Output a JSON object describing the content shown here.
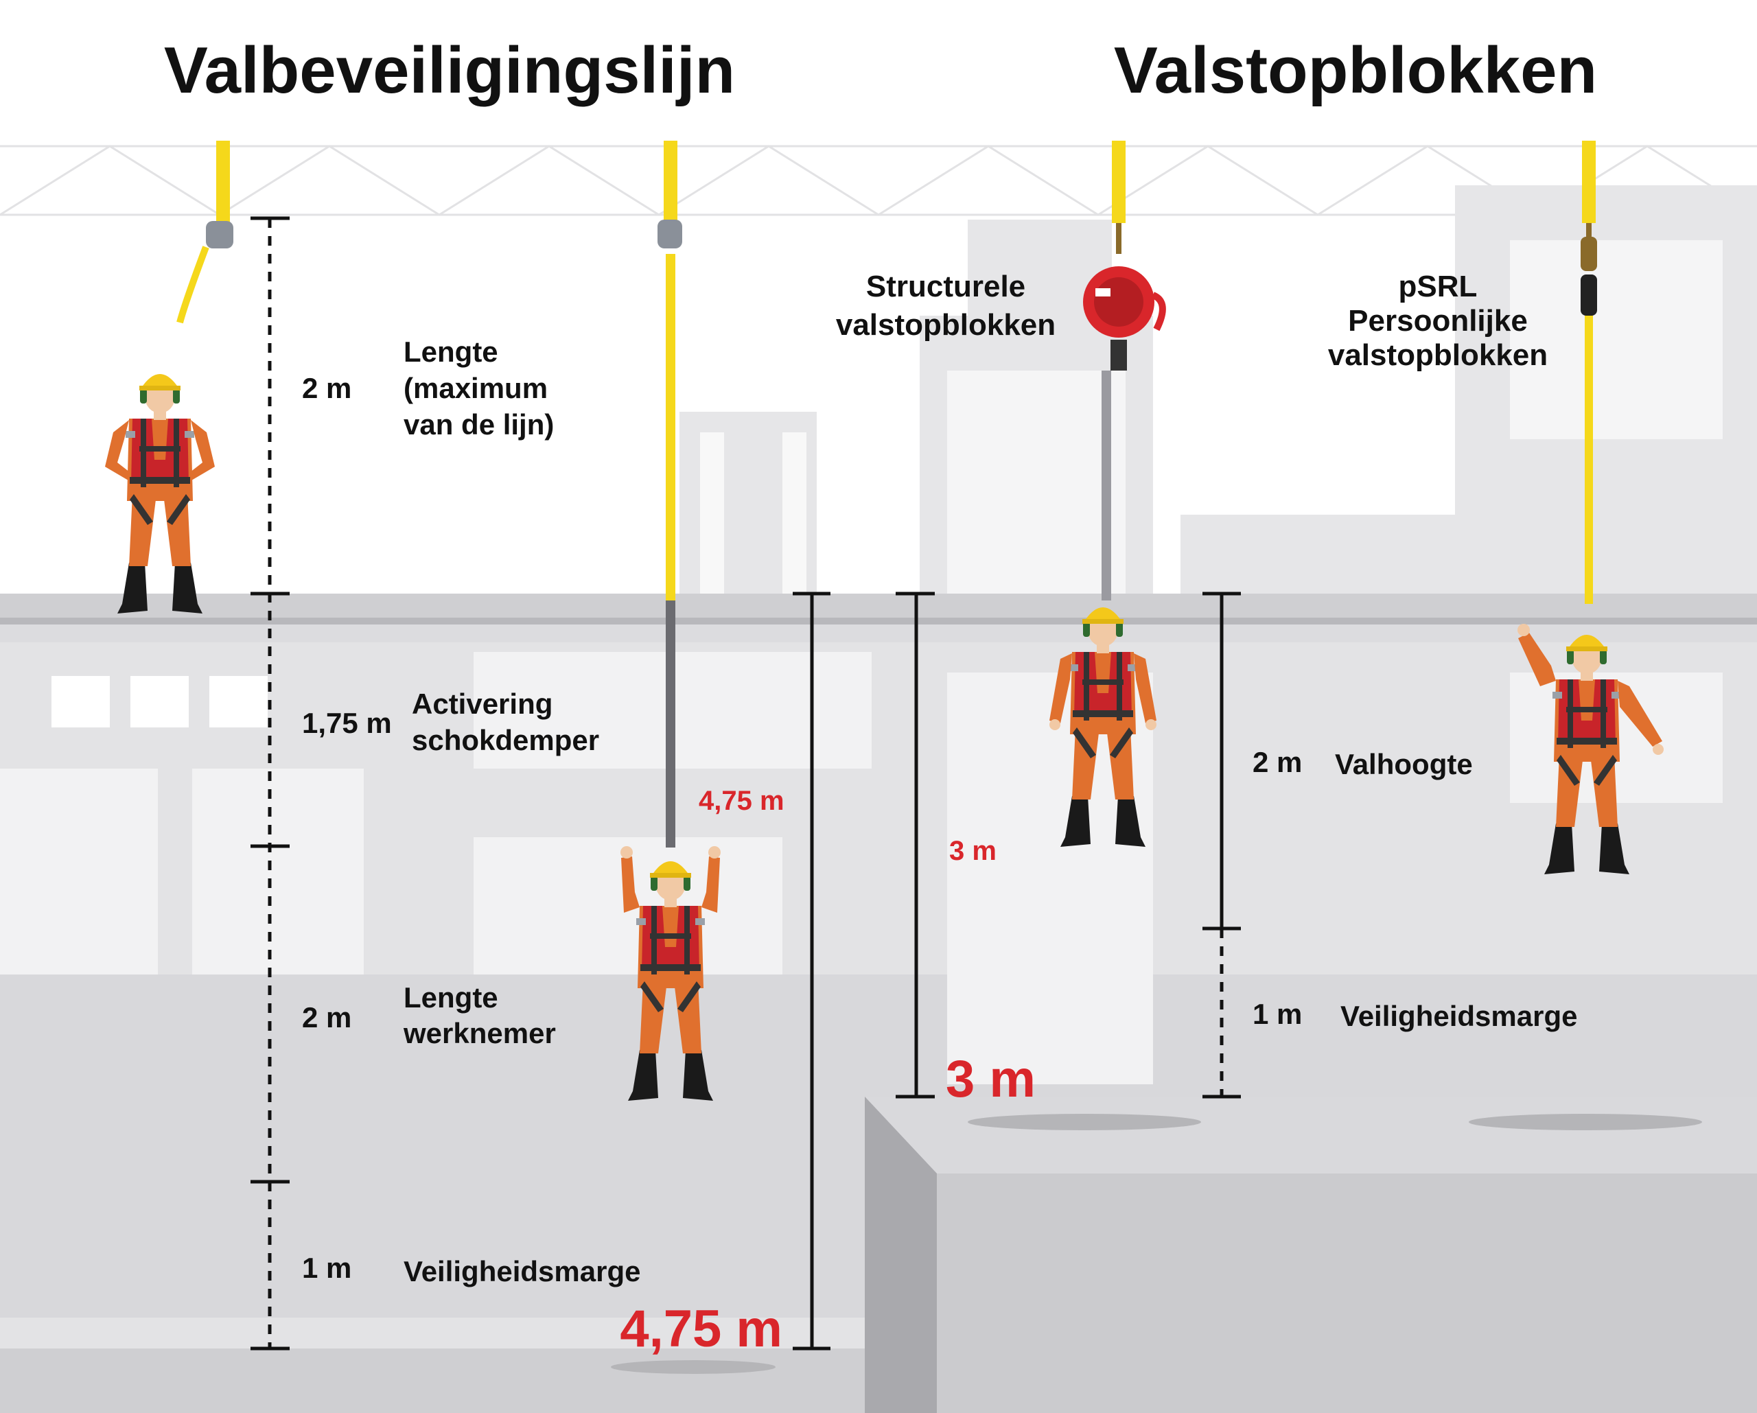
{
  "headings": {
    "left": "Valbeveiligingslijn",
    "right": "Valstopblokken"
  },
  "lanyard_section": {
    "segments": [
      {
        "value": "2 m",
        "description": [
          "Lengte",
          "(maximum",
          "van de lijn)"
        ]
      },
      {
        "value": "1,75 m",
        "description": [
          "Activering",
          "schokdemper"
        ]
      },
      {
        "value": "2 m",
        "description": [
          "Lengte",
          "werknemer"
        ]
      },
      {
        "value": "1 m",
        "description": [
          "Veiligheidsmarge"
        ]
      }
    ],
    "free_fall_label": "4,75 m",
    "total_clearance": "4,75 m"
  },
  "srl_section": {
    "structural_label": [
      "Structurele",
      "valstopblokken"
    ],
    "personal_label": [
      "pSRL",
      "Persoonlijke",
      "valstopblokken"
    ],
    "srl_fall_label": "3 m",
    "total_clearance": "3 m",
    "segments": [
      {
        "value": "2 m",
        "description": "Valhoogte"
      },
      {
        "value": "1 m",
        "description": "Veiligheidsmarge"
      }
    ]
  },
  "colors": {
    "accent_red": "#d9262b",
    "lanyard_yellow": "#f5d81b",
    "suit_orange": "#e0702e",
    "vest_red": "#c8242a",
    "helmet_yellow": "#f4c81a",
    "ground_gray": "#d4d4d6",
    "building_gray": "#e6e6e8"
  },
  "icons": [
    "worker-figure-icon",
    "srl-device-icon",
    "carabiner-icon",
    "anchor-strap-icon"
  ]
}
